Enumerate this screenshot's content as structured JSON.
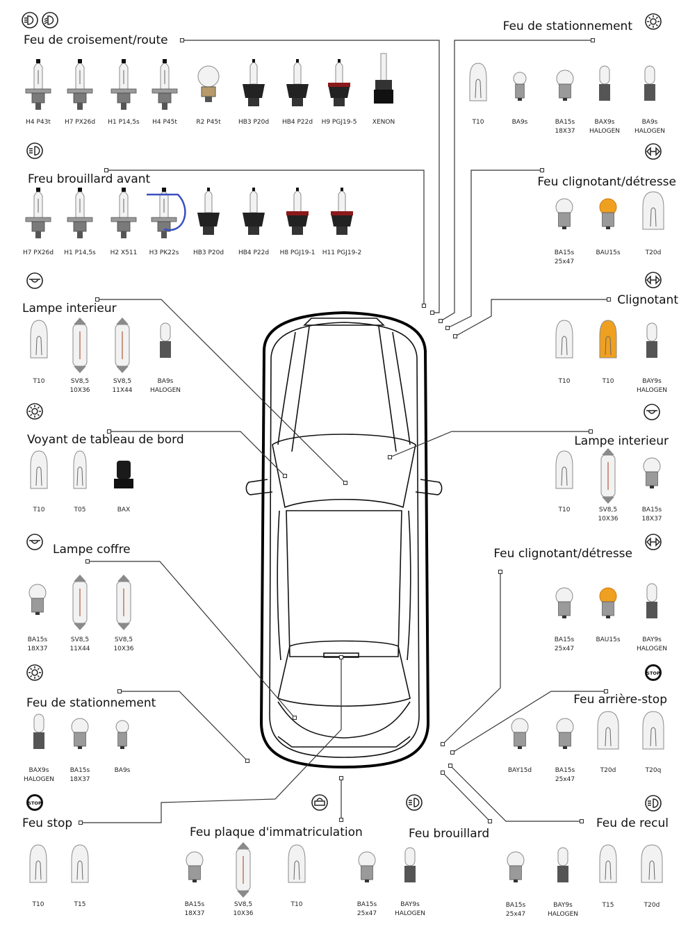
{
  "groups": [
    {
      "id": "feu-croisement-route",
      "title": "Feu de croisement/route",
      "icon": "headlight-low-high-icon",
      "bulbs": [
        {
          "label": [
            "H4 P43t"
          ],
          "type": "halogen-h4"
        },
        {
          "label": [
            "H7 PX26d"
          ],
          "type": "halogen-h7"
        },
        {
          "label": [
            "H1 P14,5s"
          ],
          "type": "halogen-h1"
        },
        {
          "label": [
            "H4 P45t"
          ],
          "type": "halogen-h4"
        },
        {
          "label": [
            "R2 P45t"
          ],
          "type": "globe-r2"
        },
        {
          "label": [
            "HB3 P20d"
          ],
          "type": "hb"
        },
        {
          "label": [
            "HB4 P22d"
          ],
          "type": "hb"
        },
        {
          "label": [
            "H9 PGJ19-5"
          ],
          "type": "hb-red"
        },
        {
          "label": [
            "XENON"
          ],
          "type": "xenon"
        }
      ]
    },
    {
      "id": "feu-brouillard-avant",
      "title": "Freu brouillard avant",
      "icon": "front-fog-light-icon",
      "bulbs": [
        {
          "label": [
            "H7 PX26d"
          ],
          "type": "halogen-h7"
        },
        {
          "label": [
            "H1 P14,5s"
          ],
          "type": "halogen-h1"
        },
        {
          "label": [
            "H2 X511"
          ],
          "type": "h2"
        },
        {
          "label": [
            "H3 PK22s"
          ],
          "type": "h3"
        },
        {
          "label": [
            "HB3 P20d"
          ],
          "type": "hb"
        },
        {
          "label": [
            "HB4 P22d"
          ],
          "type": "hb"
        },
        {
          "label": [
            "H8 PGJ19-1"
          ],
          "type": "hb-red"
        },
        {
          "label": [
            "H11 PGJ19-2"
          ],
          "type": "hb-red"
        }
      ]
    },
    {
      "id": "lampe-interieur-gauche",
      "title": "Lampe interieur",
      "icon": "interior-lamp-icon",
      "bulbs": [
        {
          "label": [
            "T10"
          ],
          "type": "wedge"
        },
        {
          "label": [
            "SV8,5",
            "10X36"
          ],
          "type": "festoon"
        },
        {
          "label": [
            "SV8,5",
            "11X44"
          ],
          "type": "festoon"
        },
        {
          "label": [
            "BA9s",
            "HALOGEN"
          ],
          "type": "halogen-small"
        }
      ]
    },
    {
      "id": "voyant-tableau-bord",
      "title": "Voyant de tableau de bord",
      "icon": "dashboard-lamp-icon",
      "bulbs": [
        {
          "label": [
            "T10"
          ],
          "type": "wedge"
        },
        {
          "label": [
            "T05"
          ],
          "type": "wedge-small"
        },
        {
          "label": [
            "BAX"
          ],
          "type": "bax"
        }
      ]
    },
    {
      "id": "lampe-coffre",
      "title": "Lampe coffre",
      "icon": "trunk-lamp-icon",
      "bulbs": [
        {
          "label": [
            "BA15s",
            "18X37"
          ],
          "type": "bayonet"
        },
        {
          "label": [
            "SV8,5",
            "11X44"
          ],
          "type": "festoon"
        },
        {
          "label": [
            "SV8,5",
            "10X36"
          ],
          "type": "festoon"
        }
      ]
    },
    {
      "id": "feu-stationnement-gauche",
      "title": "Feu de stationnement",
      "icon": "parking-light-icon",
      "bulbs": [
        {
          "label": [
            "BAX9s",
            "HALOGEN"
          ],
          "type": "halogen-small"
        },
        {
          "label": [
            "BA15s",
            "18X37"
          ],
          "type": "bayonet"
        },
        {
          "label": [
            "BA9s"
          ],
          "type": "bayonet-small"
        }
      ]
    },
    {
      "id": "feu-stop-gauche",
      "title": "Feu stop",
      "icon": "stop-light-icon",
      "icon_text": "STOP",
      "bulbs": [
        {
          "label": [
            "T10"
          ],
          "type": "wedge"
        },
        {
          "label": [
            "T15"
          ],
          "type": "wedge"
        }
      ]
    },
    {
      "id": "feu-plaque",
      "title": "Feu plaque d'immatriculation",
      "icon": "license-plate-light-icon",
      "bulbs": [
        {
          "label": [
            "BA15s",
            "18X37"
          ],
          "type": "bayonet"
        },
        {
          "label": [
            "SV8,5",
            "10X36"
          ],
          "type": "festoon"
        },
        {
          "label": [
            "T10"
          ],
          "type": "wedge"
        }
      ]
    },
    {
      "id": "feu-brouillard-arriere",
      "title": "Feu brouillard",
      "icon": "rear-fog-light-icon",
      "bulbs": [
        {
          "label": [
            "BA15s",
            "25x47"
          ],
          "type": "bayonet"
        },
        {
          "label": [
            "BAY9s",
            "HALOGEN"
          ],
          "type": "halogen-small"
        }
      ]
    },
    {
      "id": "feu-stationnement-droite",
      "title": "Feu de stationnement",
      "icon": "parking-light-icon",
      "bulbs": [
        {
          "label": [
            "T10"
          ],
          "type": "wedge"
        },
        {
          "label": [
            "BA9s"
          ],
          "type": "bayonet-small"
        },
        {
          "label": [
            "BA15s",
            "18X37"
          ],
          "type": "bayonet"
        },
        {
          "label": [
            "BAX9s",
            "HALOGEN"
          ],
          "type": "halogen-small"
        },
        {
          "label": [
            "BA9s",
            "HALOGEN"
          ],
          "type": "halogen-small"
        }
      ]
    },
    {
      "id": "feu-clignotant-detresse-avant",
      "title": "Feu clignotant/détresse",
      "icon": "hazard-indicator-icon",
      "bulbs": [
        {
          "label": [
            "BA15s",
            "25x47"
          ],
          "type": "bayonet"
        },
        {
          "label": [
            "BAU15s"
          ],
          "type": "bayonet-amber"
        },
        {
          "label": [
            "T20d"
          ],
          "type": "wedge-big"
        }
      ]
    },
    {
      "id": "clignotant",
      "title": "Clignotant",
      "icon": "hazard-indicator-icon",
      "bulbs": [
        {
          "label": [
            "T10"
          ],
          "type": "wedge"
        },
        {
          "label": [
            "T10"
          ],
          "type": "wedge-amber"
        },
        {
          "label": [
            "BAY9s",
            "HALOGEN"
          ],
          "type": "halogen-small"
        }
      ]
    },
    {
      "id": "lampe-interieur-droite",
      "title": "Lampe interieur",
      "icon": "interior-lamp-icon",
      "bulbs": [
        {
          "label": [
            "T10"
          ],
          "type": "wedge"
        },
        {
          "label": [
            "SV8,5",
            "10X36"
          ],
          "type": "festoon"
        },
        {
          "label": [
            "BA15s",
            "18X37"
          ],
          "type": "bayonet"
        }
      ]
    },
    {
      "id": "feu-clignotant-detresse-arriere",
      "title": "Feu clignotant/détresse",
      "icon": "hazard-indicator-icon",
      "bulbs": [
        {
          "label": [
            "BA15s",
            "25x47"
          ],
          "type": "bayonet"
        },
        {
          "label": [
            "BAU15s"
          ],
          "type": "bayonet-amber"
        },
        {
          "label": [
            "BAY9s",
            "HALOGEN"
          ],
          "type": "halogen-small"
        }
      ]
    },
    {
      "id": "feu-arriere-stop",
      "title": "Feu arrière-stop",
      "icon": "stop-light-icon",
      "icon_text": "STOP",
      "bulbs": [
        {
          "label": [
            "BAY15d"
          ],
          "type": "bayonet"
        },
        {
          "label": [
            "BA15s",
            "25x47"
          ],
          "type": "bayonet"
        },
        {
          "label": [
            "T20d"
          ],
          "type": "wedge-big"
        },
        {
          "label": [
            "T20q"
          ],
          "type": "wedge-big"
        }
      ]
    },
    {
      "id": "feu-recul",
      "title": "Feu de recul",
      "icon": "reverse-light-icon",
      "bulbs": [
        {
          "label": [
            "BA15s",
            "25x47"
          ],
          "type": "bayonet"
        },
        {
          "label": [
            "BAY9s",
            "HALOGEN"
          ],
          "type": "halogen-small"
        },
        {
          "label": [
            "T15"
          ],
          "type": "wedge"
        },
        {
          "label": [
            "T20d"
          ],
          "type": "wedge-big"
        }
      ]
    }
  ],
  "colors": {
    "line": "#333333",
    "car": "#111111",
    "amber": "#f0a020",
    "amber_dark": "#d07a10",
    "metal": "#9a9a9a",
    "base_dark": "#222222",
    "red_ring": "#8b1a1a",
    "wire": "#3a4fbf"
  }
}
